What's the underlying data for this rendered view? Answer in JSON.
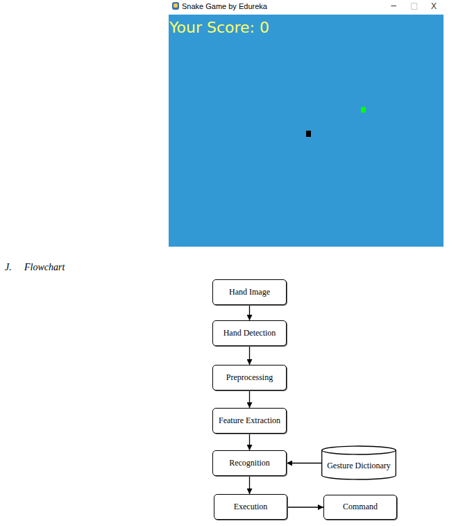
{
  "diagram": {
    "nodes": [
      {
        "text": [
          "Hand Image"
        ]
      },
      {
        "text": [
          "Hand Detection"
        ]
      },
      {
        "text": [
          "Preprocessing"
        ]
      },
      {
        "text": [
          "Feature Extraction"
        ]
      },
      {
        "text": [
          "Recognition"
        ]
      },
      {
        "text": [
          "Gesture Dictionary"
        ]
      },
      {
        "text": [
          "Execution"
        ]
      },
      {
        "text": [
          "Command"
        ]
      }
    ],
    "edges": [
      {
        "from": 0,
        "to": 1,
        "arrow": "to"
      },
      {
        "from": 1,
        "to": 2,
        "arrow": "to"
      },
      {
        "from": 2,
        "to": 3,
        "arrow": "to"
      },
      {
        "from": 3,
        "to": 4,
        "arrow": "to"
      },
      {
        "from": 5,
        "to": 4,
        "arrow": "to"
      },
      {
        "from": 4,
        "to": 6,
        "arrow": "to"
      },
      {
        "from": 6,
        "to": 7,
        "arrow": "to"
      }
    ],
    "labels": [
      "Snake Game by Edureka",
      "−",
      "□",
      "X",
      "Your Score: 0",
      "J.",
      "Flowchart"
    ]
  }
}
